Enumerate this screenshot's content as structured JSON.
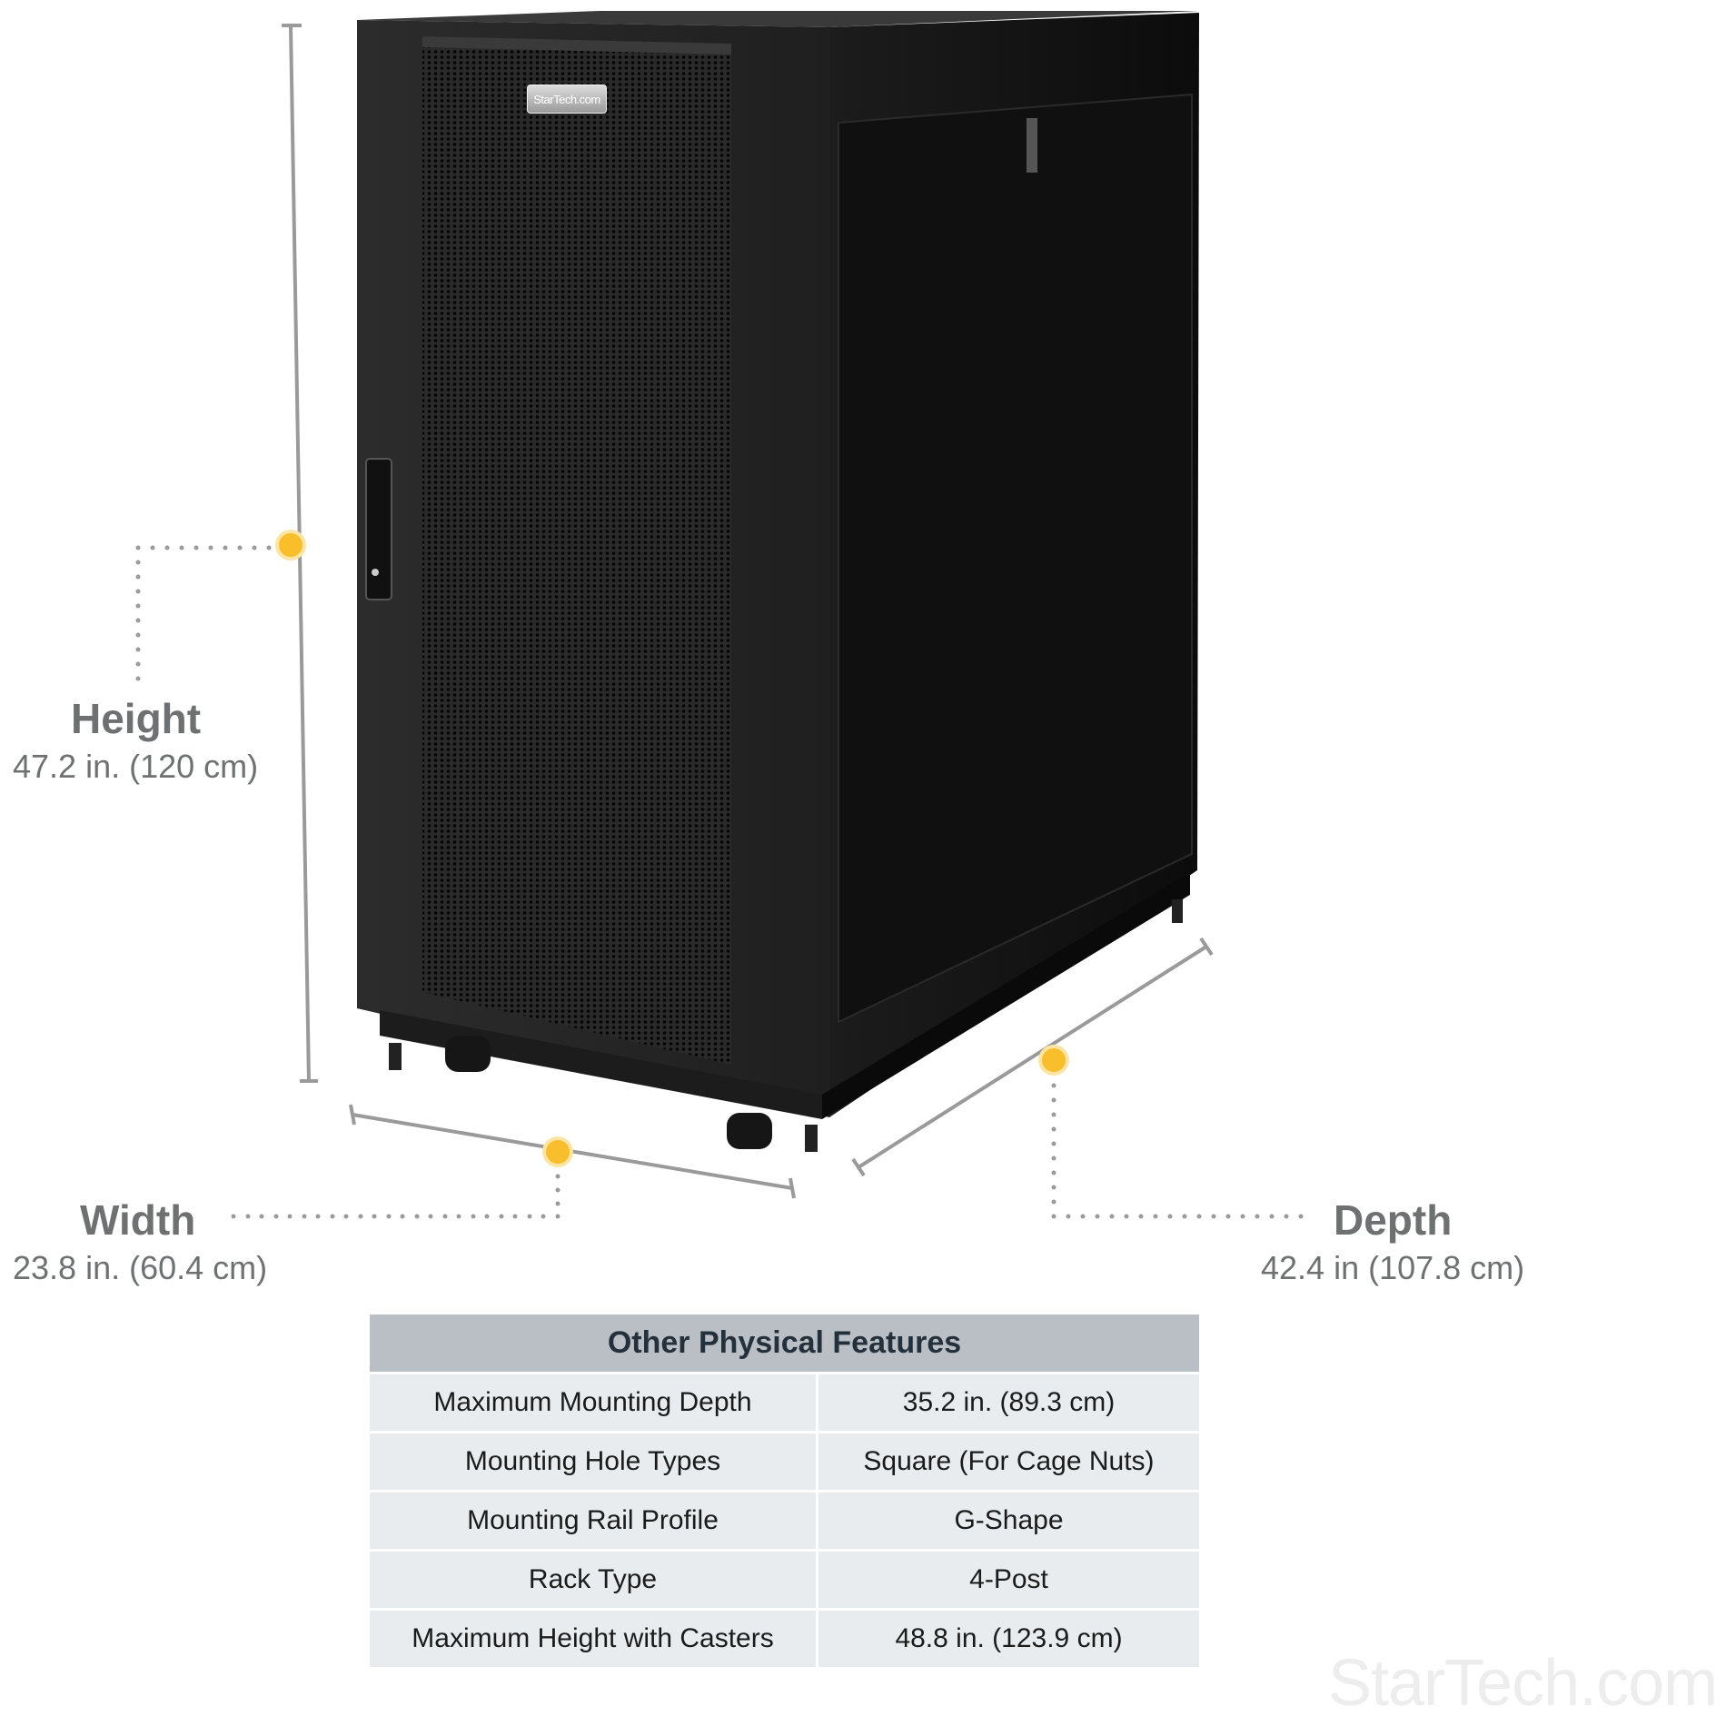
{
  "brand": {
    "badge_text": "StarTech.com",
    "watermark_text": "StarTech.com"
  },
  "colors": {
    "label_gray": "#6f7071",
    "marker_yellow": "#f9be2c",
    "table_header_bg": "#b9bfc4",
    "table_cell_bg": "#e8ecee",
    "table_header_text": "#24313c",
    "rack_black": "#141414"
  },
  "dimensions": {
    "height": {
      "label": "Height",
      "value": "47.2 in. (120 cm)"
    },
    "width": {
      "label": "Width",
      "value": "23.8 in. (60.4 cm)"
    },
    "depth": {
      "label": "Depth",
      "value": "42.4 in (107.8 cm)"
    }
  },
  "features_table": {
    "title": "Other Physical Features",
    "rows": [
      {
        "label": "Maximum Mounting Depth",
        "value": "35.2 in. (89.3 cm)"
      },
      {
        "label": "Mounting Hole Types",
        "value": "Square (For Cage Nuts)"
      },
      {
        "label": "Mounting Rail Profile",
        "value": "G-Shape"
      },
      {
        "label": "Rack Type",
        "value": "4-Post"
      },
      {
        "label": "Maximum Height with Casters",
        "value": "48.8 in. (123.9 cm)"
      }
    ]
  }
}
